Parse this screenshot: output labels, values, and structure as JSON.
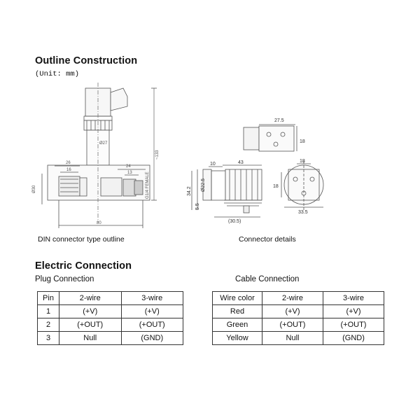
{
  "outline": {
    "title": "Outline Construction",
    "unit": "(Unit: mm)",
    "din_caption": "DIN connector type outline",
    "conn_caption": "Connector details",
    "dims": {
      "d27": "Ø27",
      "total": "~133",
      "d26": "26",
      "d16": "16",
      "d24": "24",
      "d13": "13",
      "d80": "80",
      "d30": "Ø30",
      "thread": "G1/4 FEMALE",
      "c27_5": "27.5",
      "c18a": "18",
      "c10": "10",
      "c43": "43",
      "c22_5": "Ø22.5",
      "c34_2": "34.2",
      "c5_5": "5.5",
      "c30_5": "(30.5)",
      "c18b": "18",
      "c18c": "18",
      "c33_5": "33.5"
    }
  },
  "electric": {
    "title": "Electric Connection",
    "plug_label": "Plug Connection",
    "cable_label": "Cable Connection",
    "plug_table": {
      "headers": [
        "Pin",
        "2-wire",
        "3-wire"
      ],
      "rows": [
        [
          "1",
          "(+V)",
          "(+V)"
        ],
        [
          "2",
          "(+OUT)",
          "(+OUT)"
        ],
        [
          "3",
          "Null",
          "(GND)"
        ]
      ]
    },
    "cable_table": {
      "headers": [
        "Wire color",
        "2-wire",
        "3-wire"
      ],
      "rows": [
        [
          "Red",
          "(+V)",
          "(+V)"
        ],
        [
          "Green",
          "(+OUT)",
          "(+OUT)"
        ],
        [
          "Yellow",
          "Null",
          "(GND)"
        ]
      ]
    }
  }
}
